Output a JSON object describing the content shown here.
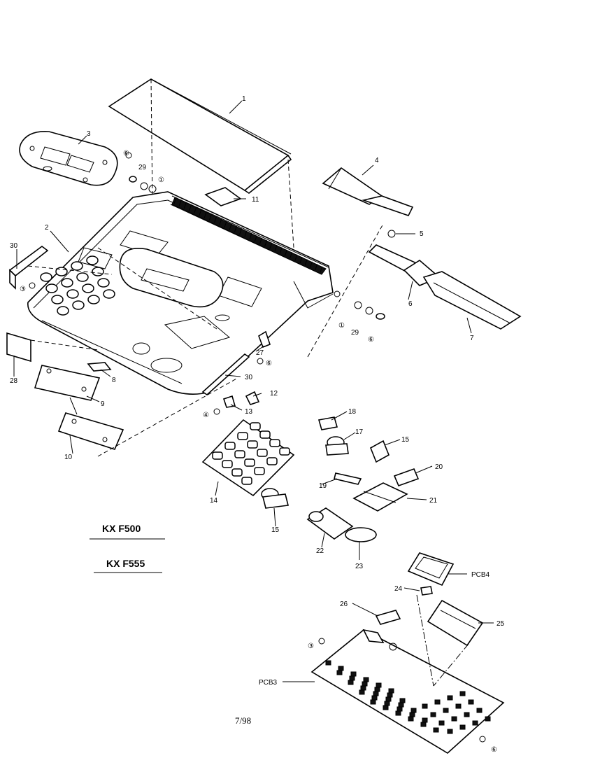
{
  "callouts": [
    {
      "id": "c1",
      "text": "1"
    },
    {
      "id": "c2",
      "text": "2"
    },
    {
      "id": "c3",
      "text": "3"
    },
    {
      "id": "c4",
      "text": "4"
    },
    {
      "id": "c5",
      "text": "5"
    },
    {
      "id": "c6",
      "text": "6"
    },
    {
      "id": "c7",
      "text": "7"
    },
    {
      "id": "c8",
      "text": "8"
    },
    {
      "id": "c9",
      "text": "9"
    },
    {
      "id": "c10",
      "text": "10"
    },
    {
      "id": "c11",
      "text": "11"
    },
    {
      "id": "c12",
      "text": "12"
    },
    {
      "id": "c13",
      "text": "13"
    },
    {
      "id": "c14",
      "text": "14"
    },
    {
      "id": "c15a",
      "text": "15"
    },
    {
      "id": "c15b",
      "text": "15"
    },
    {
      "id": "c17",
      "text": "17"
    },
    {
      "id": "c18",
      "text": "18"
    },
    {
      "id": "c19",
      "text": "19"
    },
    {
      "id": "c20",
      "text": "20"
    },
    {
      "id": "c21",
      "text": "21"
    },
    {
      "id": "c22",
      "text": "22"
    },
    {
      "id": "c23",
      "text": "23"
    },
    {
      "id": "c24",
      "text": "24"
    },
    {
      "id": "c25",
      "text": "25"
    },
    {
      "id": "c26",
      "text": "26"
    },
    {
      "id": "c27",
      "text": "27"
    },
    {
      "id": "c28",
      "text": "28"
    },
    {
      "id": "c29a",
      "text": "29"
    },
    {
      "id": "c29b",
      "text": "29"
    },
    {
      "id": "c30a",
      "text": "30"
    },
    {
      "id": "c30b",
      "text": "30"
    },
    {
      "id": "pcb3",
      "text": "PCB3"
    },
    {
      "id": "pcb4",
      "text": "PCB4"
    }
  ],
  "screw_marks": [
    {
      "id": "s1",
      "text": "①"
    },
    {
      "id": "s2",
      "text": "①"
    },
    {
      "id": "s3",
      "text": "③"
    },
    {
      "id": "s4",
      "text": "④"
    },
    {
      "id": "s5",
      "text": "⑥"
    },
    {
      "id": "s6",
      "text": "⑥"
    },
    {
      "id": "s7",
      "text": "⑥"
    },
    {
      "id": "s8",
      "text": "⑥"
    },
    {
      "id": "s9",
      "text": "③"
    }
  ],
  "models": [
    "KX F500",
    "KX F555"
  ],
  "footer": "7/98"
}
